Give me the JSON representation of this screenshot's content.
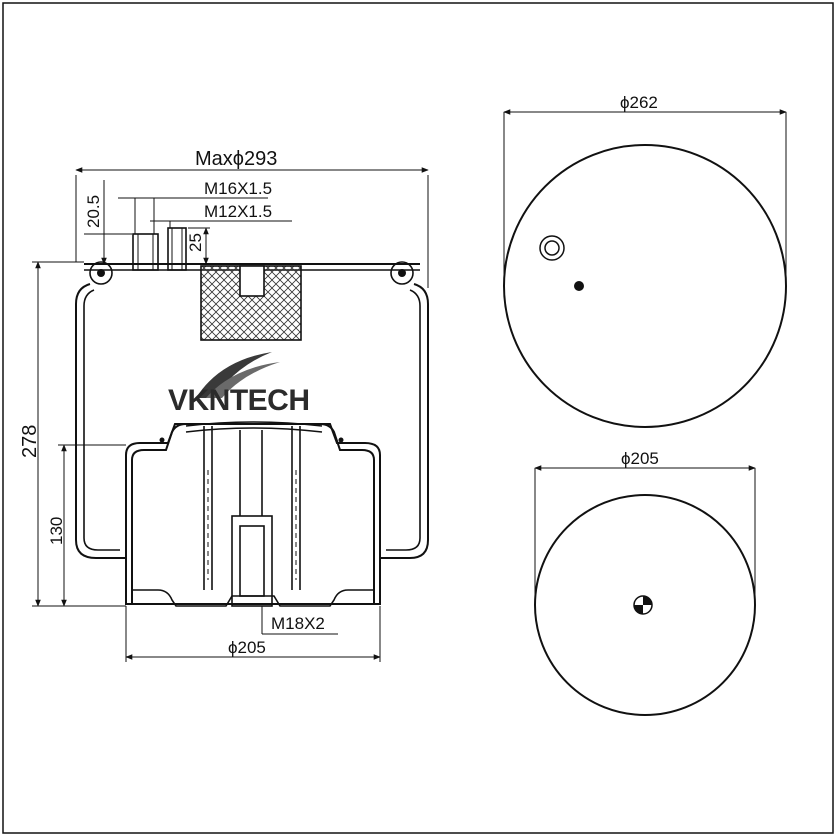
{
  "dimensions": {
    "max_diameter": "Maxϕ293",
    "thread_upper_1": "M16X1.5",
    "thread_upper_2": "M12X1.5",
    "offset_20_5": "20.5",
    "height_25": "25",
    "total_height": "278",
    "piston_height": "130",
    "thread_bottom": "M18X2",
    "piston_diameter": "ϕ205",
    "top_plate_diameter": "ϕ262",
    "bottom_plate_diameter": "ϕ205"
  },
  "logo": {
    "text": "VKNTECH"
  },
  "colors": {
    "line": "#111111",
    "hatch": "#333333",
    "logo_text": "#2b2b2b",
    "logo_swoosh": "#3a3a3a"
  }
}
